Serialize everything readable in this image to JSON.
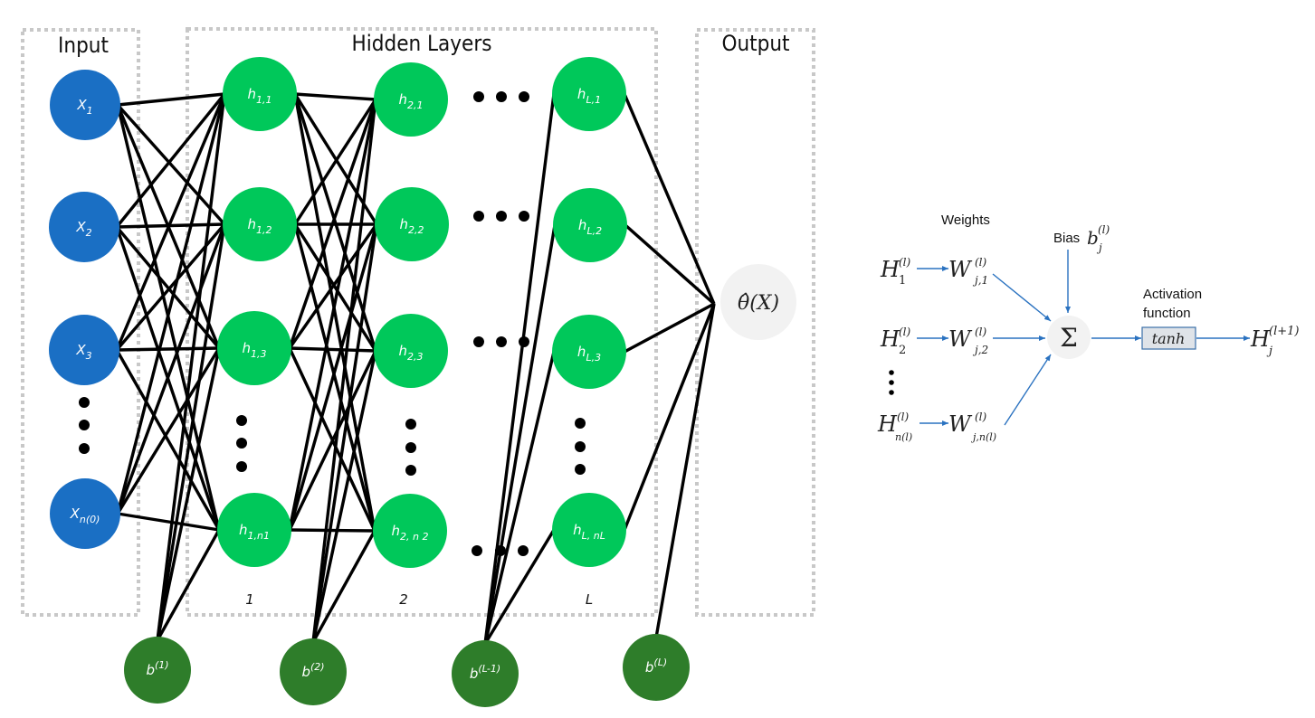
{
  "colors": {
    "input_node": "#1a6fc4",
    "hidden_node": "#00c85a",
    "bias_node": "#2e7d2a",
    "output_node": "#f2f2f2",
    "edge": "#000000",
    "group_border": "#c8c8c8",
    "arrow": "#2a72c0"
  },
  "groups": {
    "input": "Input",
    "hidden": "Hidden Layers",
    "output": "Output"
  },
  "input_nodes": [
    {
      "base": "X",
      "sub": "1"
    },
    {
      "base": "X",
      "sub": "2"
    },
    {
      "base": "X",
      "sub": "3"
    },
    {
      "base": "X",
      "sub": "n(0)"
    }
  ],
  "hidden_layers": [
    {
      "number": "1",
      "nodes": [
        {
          "base": "h",
          "sub": "1,1"
        },
        {
          "base": "h",
          "sub": "1,2"
        },
        {
          "base": "h",
          "sub": "1,3"
        },
        {
          "base": "h",
          "sub": "1,n1"
        }
      ]
    },
    {
      "number": "2",
      "nodes": [
        {
          "base": "h",
          "sub": "2,1"
        },
        {
          "base": "h",
          "sub": "2,2"
        },
        {
          "base": "h",
          "sub": "2,3"
        },
        {
          "base": "h",
          "sub": "2, n 2"
        }
      ]
    },
    {
      "number": "L",
      "nodes": [
        {
          "base": "h",
          "sub": "L,1"
        },
        {
          "base": "h",
          "sub": "L,2"
        },
        {
          "base": "h",
          "sub": "L,3"
        },
        {
          "base": "h",
          "sub": "L, nL"
        }
      ]
    }
  ],
  "bias_nodes": [
    {
      "base": "b",
      "sup": "(1)"
    },
    {
      "base": "b",
      "sup": "(2)"
    },
    {
      "base": "b",
      "sup": "(L-1)"
    },
    {
      "base": "b",
      "sup": "(L)"
    }
  ],
  "output_node": {
    "label": "θ̂(X)"
  },
  "neuron_detail": {
    "weights_label": "Weights",
    "bias_label": "Bias",
    "bias_symbol": {
      "base": "b",
      "sub": "j",
      "sup": "(l)"
    },
    "inputs": [
      {
        "h_base": "H",
        "h_sub": "1",
        "h_sup": "(l)",
        "w_base": "W",
        "w_sub": "j,1",
        "w_sup": "(l)"
      },
      {
        "h_base": "H",
        "h_sub": "2",
        "h_sup": "(l)",
        "w_base": "W",
        "w_sub": "j,2",
        "w_sup": "(l)"
      },
      {
        "h_base": "H",
        "h_sub": "n(l)",
        "h_sup": "(l)",
        "w_base": "W",
        "w_sub": "j,n(l)",
        "w_sup": "(l)"
      }
    ],
    "sum_symbol": "Σ",
    "activation_label_line1": "Activation",
    "activation_label_line2": "function",
    "activation_fn": "tanh",
    "output": {
      "base": "H",
      "sub": "j",
      "sup": "(l+1)"
    }
  }
}
